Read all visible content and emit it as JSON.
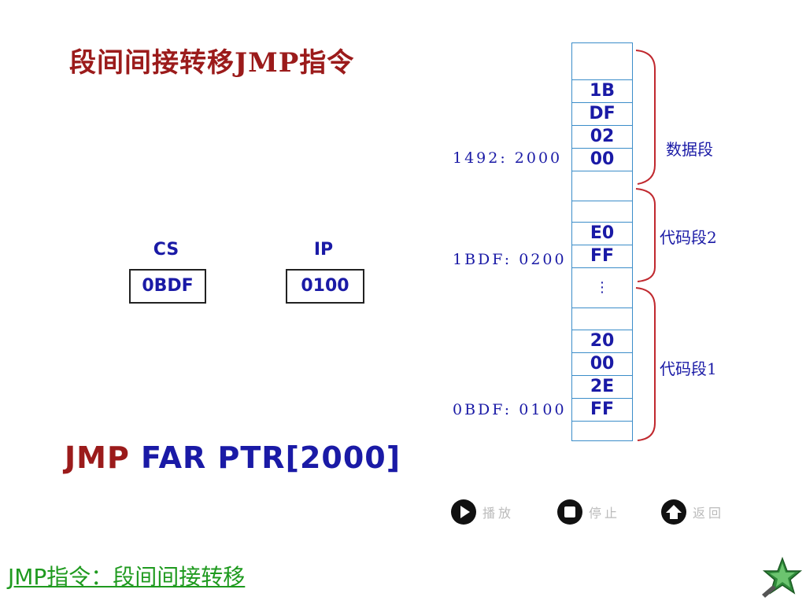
{
  "title": "段间间接转移JMP指令",
  "registers": {
    "cs": {
      "label": "CS",
      "value": "0BDF"
    },
    "ip": {
      "label": "IP",
      "value": "0100"
    }
  },
  "memory": {
    "cells": [
      "",
      "1B",
      "DF",
      "02",
      "00",
      "",
      "",
      "E0",
      "FF",
      "⋮",
      "",
      "20",
      "00",
      "2E",
      "FF",
      ""
    ],
    "addresses": [
      "1492: 2000",
      "1BDF: 0200",
      "0BDF: 0100"
    ],
    "segments": [
      "数据段",
      "代码段2",
      "代码段1"
    ]
  },
  "instruction": {
    "opcode": "JMP",
    "operand": " FAR PTR[2000]"
  },
  "controls": {
    "play": "播放",
    "stop": "停止",
    "back": "返回"
  },
  "footer": {
    "link": "JMP指令：段间间接转移"
  },
  "icons": {
    "play": "play-icon",
    "stop": "stop-icon",
    "back": "up-arrow-icon",
    "next": "star-icon"
  }
}
